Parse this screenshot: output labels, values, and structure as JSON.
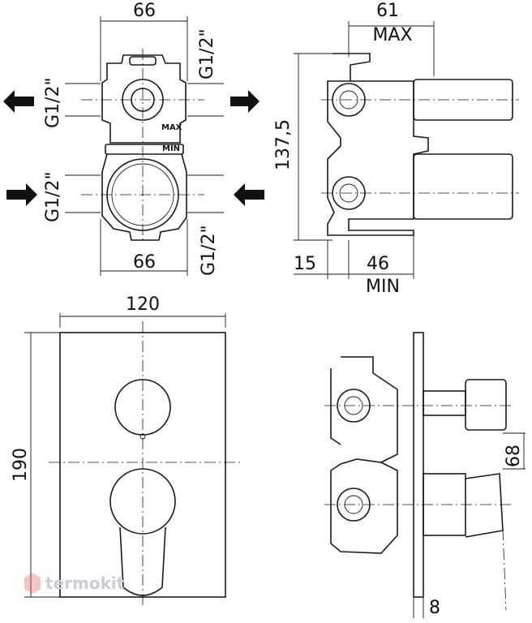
{
  "view_top_left": {
    "dim_top": "66",
    "dim_bottom": "66",
    "thread_top_right": "G1/2\"",
    "thread_left_upper": "G1/2\"",
    "thread_left_lower": "G1/2\"",
    "thread_bottom_right": "G1/2\"",
    "label_max": "MAX",
    "label_min": "MIN"
  },
  "view_top_right": {
    "dim_top": "61",
    "dim_top_caption": "MAX",
    "dim_height": "137,5",
    "dim_bottom_left": "15",
    "dim_bottom_right": "46",
    "dim_bottom_caption": "MIN"
  },
  "view_bottom_left": {
    "dim_width": "120",
    "dim_height": "190"
  },
  "view_bottom_right": {
    "dim_spacing": "68",
    "dim_thickness": "8"
  },
  "watermark": {
    "text": "termokit",
    "color": "#c9ced4",
    "logo_color": "#e05a5a"
  },
  "icons": [
    "arrow-left-icon",
    "arrow-right-icon",
    "arrow-right-icon",
    "arrow-left-icon"
  ]
}
